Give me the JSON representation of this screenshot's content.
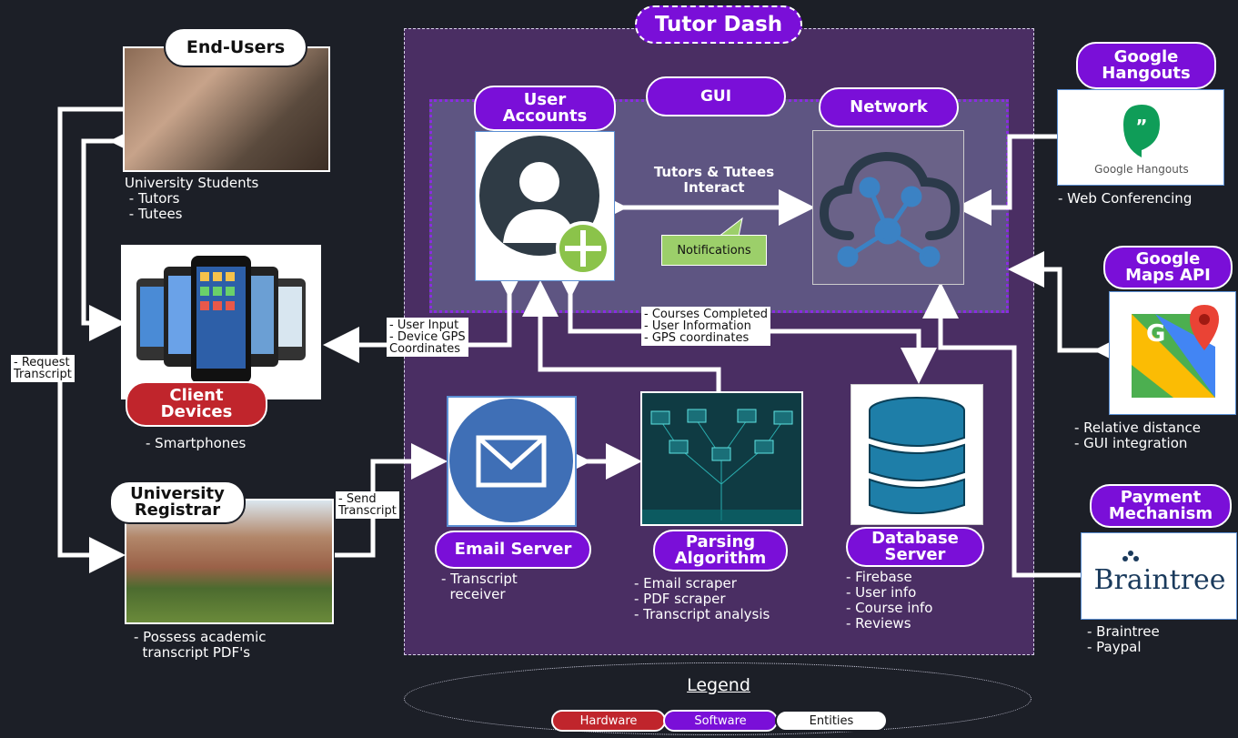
{
  "title": "Tutor Dash",
  "gui_label": "GUI",
  "components": {
    "user_accounts": "User\nAccounts",
    "network": "Network",
    "email_server": "Email Server",
    "parsing_algorithm": "Parsing\nAlgorithm",
    "database_server": "Database\nServer"
  },
  "entities": {
    "end_users": "End-Users",
    "university_registrar": "University\nRegistrar",
    "google_hangouts": "Google\nHangouts",
    "google_maps_api": "Google\nMaps API",
    "payment_mechanism": "Payment\nMechanism"
  },
  "hardware": {
    "client_devices": "Client\nDevices"
  },
  "texts": {
    "students": "University Students\n - Tutors\n - Tutees",
    "smartphones": "- Smartphones",
    "registrar_desc": "- Possess academic\n  transcript PDF's",
    "web_conf": "- Web Conferencing",
    "maps_desc": "- Relative distance\n- GUI integration",
    "pay_desc": "- Braintree\n- Paypal",
    "email_desc": "- Transcript\n  receiver",
    "parse_desc": "- Email scraper\n- PDF scraper\n- Transcript analysis",
    "db_desc": "- Firebase\n- User info\n- Course info\n- Reviews",
    "interact": "Tutors & Tutees\nInteract",
    "notifications": "Notifications"
  },
  "arrow_labels": {
    "request": "- Request\nTranscript",
    "send": "- Send\nTranscript",
    "user_input": "- User Input\n- Device GPS\nCoordinates",
    "courses": "- Courses Completed\n- User Information\n- GPS coordinates"
  },
  "logos": {
    "google_hangouts": "Google Hangouts",
    "braintree": "Braintree"
  },
  "legend": {
    "title": "Legend",
    "hardware": "Hardware",
    "software": "Software",
    "entities": "Entities"
  },
  "colors": {
    "background": "#1c1f27",
    "software": "#7a0fd8",
    "hardware": "#c0252c",
    "main_area": "#4a2e63",
    "gui_area": "#5e5582",
    "notification": "#9ccf6a"
  }
}
